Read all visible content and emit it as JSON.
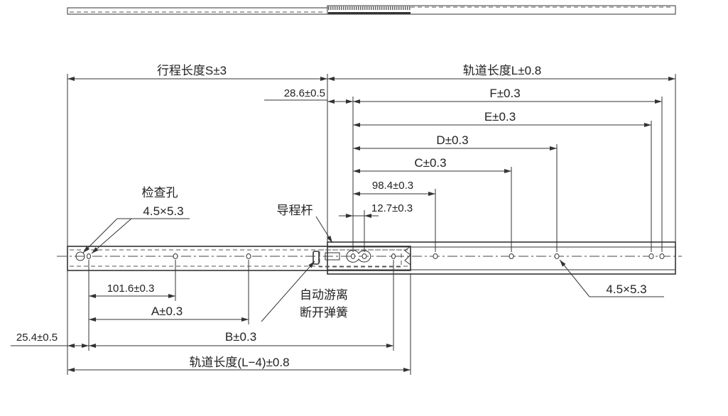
{
  "dimensions": {
    "stroke_length": "行程长度S±3",
    "rail_length": "轨道长度L±0.8",
    "offset_28_6": "28.6±0.5",
    "F": "F±0.3",
    "E": "E±0.3",
    "D": "D±0.3",
    "C": "C±0.3",
    "d98_4": "98.4±0.3",
    "d12_7": "12.7±0.3",
    "d101_6": "101.6±0.3",
    "A": "A±0.3",
    "B": "B±0.3",
    "d25_4": "25.4±0.5",
    "rail_length_minus4": "轨道长度(L−4)±0.8"
  },
  "labels": {
    "inspection_hole": "检查孔",
    "inspection_hole_size": "4.5×5.3",
    "lead_rod": "导程杆",
    "release_line1": "自动游离",
    "release_line2": "断开弹簧",
    "hole_size_right": "4.5×5.3"
  }
}
